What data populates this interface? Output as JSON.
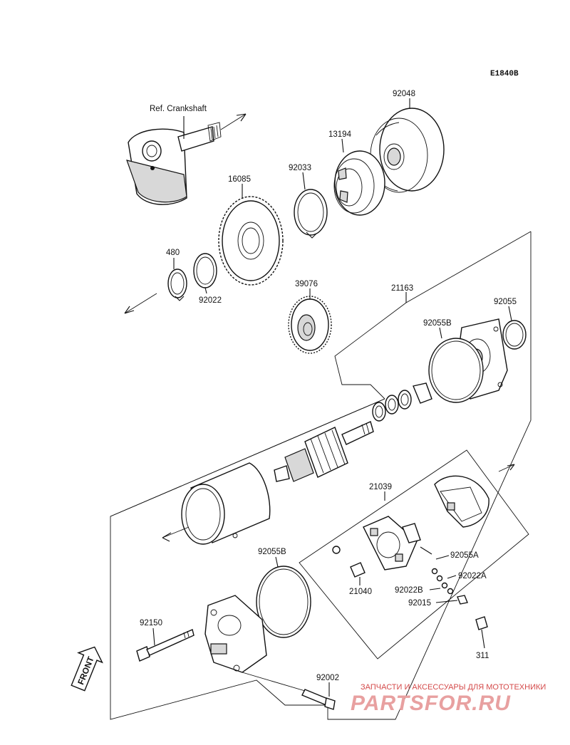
{
  "diagram_code": "E1840B",
  "ref_label": "Ref. Crankshaft",
  "parts": {
    "p92048": "92048",
    "p13194": "13194",
    "p92033": "92033",
    "p16085": "16085",
    "p480": "480",
    "p92022": "92022",
    "p39076": "39076",
    "p21163": "21163",
    "p92055": "92055",
    "p92055B_top": "92055B",
    "p21039": "21039",
    "p92055A": "92055A",
    "p92022A": "92022A",
    "p92022B": "92022B",
    "p21040": "21040",
    "p92015": "92015",
    "p92055B_bottom": "92055B",
    "p92150": "92150",
    "p311": "311",
    "p92002": "92002"
  },
  "front_label": "FRONT",
  "watermark": {
    "subtitle": "ЗАПЧАСТИ И АКСЕССУАРЫ ДЛЯ МОТОТЕХНИКИ",
    "brand": "PARTSFOR.RU"
  },
  "colors": {
    "line": "#111111",
    "watermark": "#e8a0a0",
    "watermark_sub": "#d44a4a"
  }
}
